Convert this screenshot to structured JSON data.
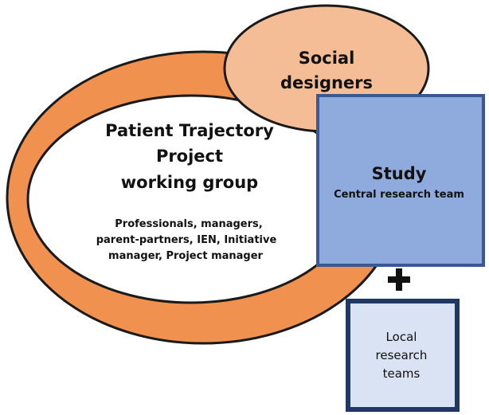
{
  "diagram": {
    "working_group": {
      "title_lines": [
        "Patient Trajectory",
        "Project",
        "working group"
      ],
      "members_lines": [
        "Professionals, managers,",
        "parent-partners, IEN, Initiative",
        "manager, Project manager"
      ],
      "ring_color": "#F0914F",
      "inner_color": "#FFFFFF"
    },
    "social_designers": {
      "lines": [
        "Social",
        "designers"
      ],
      "color": "#F4BD96"
    },
    "study": {
      "title": "Study",
      "subtitle": "Central research team",
      "color": "#8FAADC",
      "border_color": "#3B5896"
    },
    "connector": {
      "symbol": "plus",
      "color": "#111111"
    },
    "local_teams": {
      "lines": [
        "Local",
        "research",
        "teams"
      ],
      "color": "#DAE3F3",
      "border_color": "#1F3864"
    }
  }
}
